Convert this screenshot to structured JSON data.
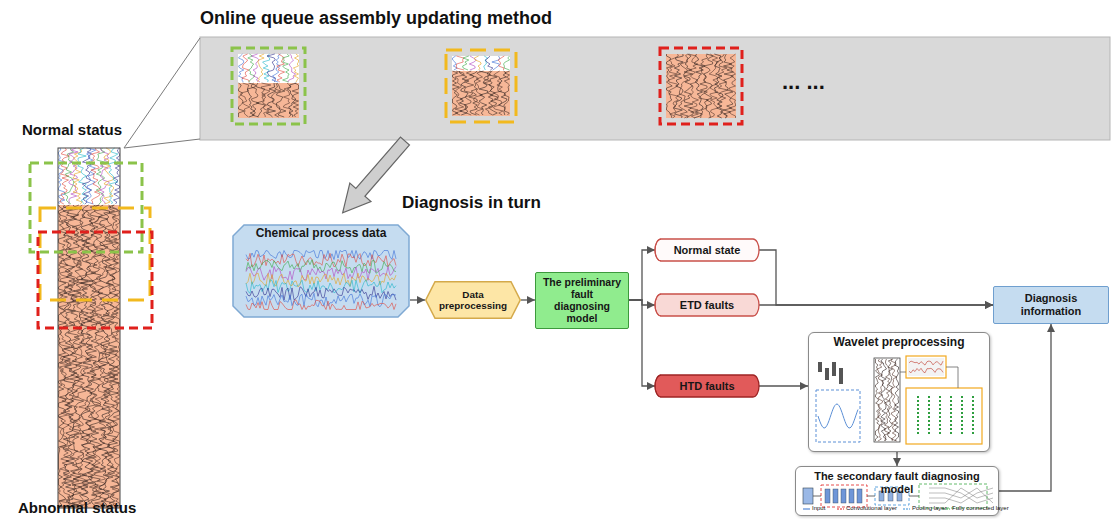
{
  "diagram": {
    "title": "Online queue assembly updating method",
    "nodes": [
      {
        "text": [
          "Chemical process data"
        ]
      },
      {
        "text": [
          "Data preprocessing"
        ]
      },
      {
        "text": [
          "The preliminary fault diagnosing model"
        ]
      },
      {
        "text": [
          "Normal state"
        ]
      },
      {
        "text": [
          "ETD faults"
        ]
      },
      {
        "text": [
          "HTD faults"
        ]
      },
      {
        "text": [
          "Wavelet preprocessing"
        ]
      },
      {
        "text": [
          "The secondary fault diagnosing model"
        ]
      },
      {
        "text": [
          "Diagnosis information"
        ]
      }
    ],
    "edges": [
      {
        "from": 0,
        "to": 1,
        "arrow": "to"
      },
      {
        "from": 1,
        "to": 2,
        "arrow": "to"
      },
      {
        "from": 2,
        "to": 3,
        "arrow": "to"
      },
      {
        "from": 2,
        "to": 4,
        "arrow": "to"
      },
      {
        "from": 2,
        "to": 5,
        "arrow": "to"
      },
      {
        "from": 3,
        "to": 8,
        "arrow": "to"
      },
      {
        "from": 4,
        "to": 8,
        "arrow": "to"
      },
      {
        "from": 5,
        "to": 6,
        "arrow": "to"
      },
      {
        "from": 6,
        "to": 7,
        "arrow": "to"
      },
      {
        "from": 7,
        "to": 8,
        "arrow": "to"
      }
    ],
    "labels": [
      "Normal status",
      "Abnormal status",
      "Diagnosis in turn",
      "... ...",
      "Input",
      "Convolutional layer",
      "Pooling layer",
      "Fully connected layer"
    ]
  }
}
